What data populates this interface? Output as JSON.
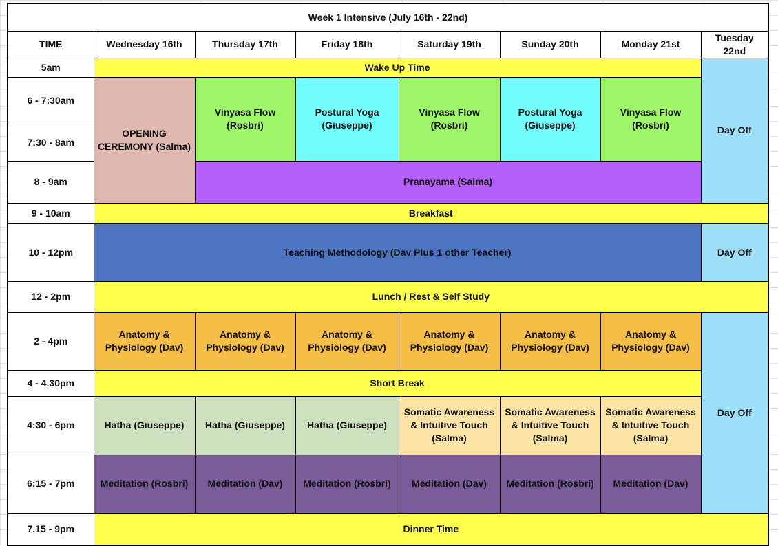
{
  "title": "Week 1 Intensive (July 16th - 22nd)",
  "headers": {
    "time": "TIME",
    "days": [
      "Wednesday 16th",
      "Thursday 17th",
      "Friday 18th",
      "Saturday 19th",
      "Sunday 20th",
      "Monday 21st",
      "Tuesday 22nd"
    ]
  },
  "times": {
    "t5am": "5am",
    "t6": "6 - 7:30am",
    "t730": "7:30 - 8am",
    "t8": "8 - 9am",
    "t9": "9 - 10am",
    "t10": "10 - 12pm",
    "t12": "12 - 2pm",
    "t2": "2 - 4pm",
    "t4": "4 - 4.30pm",
    "t430": "4:30 - 6pm",
    "t615": "6:15 - 7pm",
    "t715": "7.15 - 9pm"
  },
  "events": {
    "wake_up": "Wake Up Time",
    "opening": "OPENING CEREMONY (Salma)",
    "vinyasa": "Vinyasa Flow (Rosbri)",
    "postural": "Postural Yoga (Giuseppe)",
    "pranayama": "Pranayama (Salma)",
    "breakfast": "Breakfast",
    "teaching": "Teaching Methodology (Dav Plus 1 other Teacher)",
    "lunch": "Lunch / Rest & Self Study",
    "anatomy": "Anatomy & Physiology (Dav)",
    "short_break": "Short Break",
    "hatha": "Hatha (Giuseppe)",
    "somatic": "Somatic Awareness & Intuitive Touch (Salma)",
    "meditation_rosbri": "Meditation (Rosbri)",
    "meditation_dav": "Meditation (Dav)",
    "dinner": "Dinner Time",
    "day_off": "Day Off"
  },
  "colors": {
    "yellow": "#ffff4d",
    "opening": "#dfb9b0",
    "vinyasa": "#9ef567",
    "postural": "#73fdfd",
    "pranayama": "#b45ff7",
    "teaching": "#4d74c0",
    "day_off": "#9ee0f9",
    "anatomy": "#f5be47",
    "hatha": "#cde1be",
    "somatic": "#fae3a3",
    "meditation": "#795c98"
  }
}
